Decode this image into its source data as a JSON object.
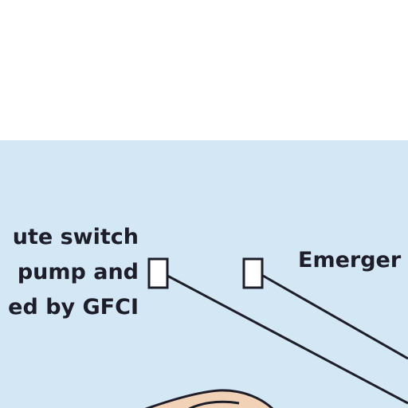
{
  "labels": {
    "left_line_1": "ute switch",
    "left_line_2": "pump and",
    "left_line_3": "ed by GFCI",
    "right_line_1": "Emerger"
  },
  "colors": {
    "background": "#ffffff",
    "panel": "#d3e7f5",
    "ink": "#1e1e2a",
    "skin": "#f2d2b6"
  }
}
